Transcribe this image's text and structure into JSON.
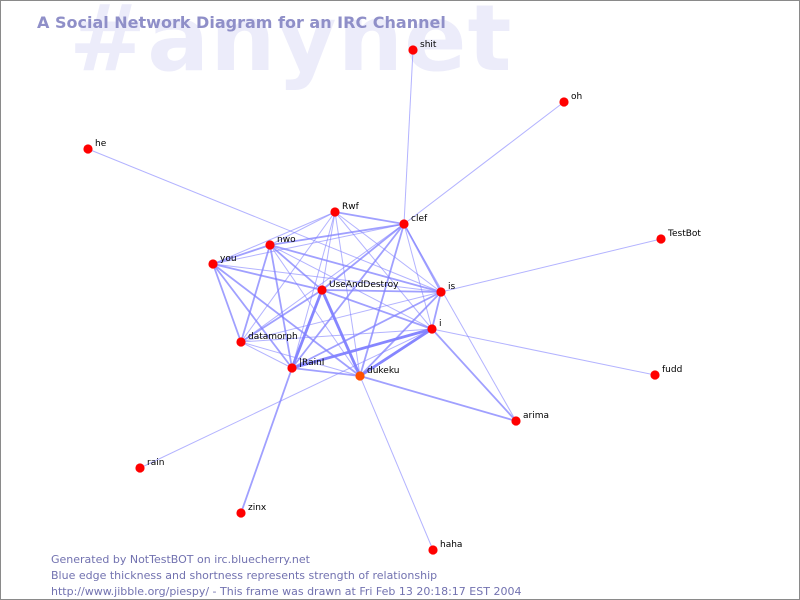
{
  "header": {
    "title": "A Social Network Diagram for an IRC Channel",
    "watermark": "#anynet"
  },
  "footer": {
    "line1": "Generated by NotTestBOT on irc.bluecherry.net",
    "line2": "Blue edge thickness and shortness represents strength of relationship",
    "line3": "http://www.jibble.org/piespy/ - This frame was drawn at Fri Feb 13 20:18:17 EST 2004"
  },
  "colors": {
    "node": "#ff0000",
    "node_highlight": "#ff5000",
    "edge": "#8080ff"
  },
  "diagram": {
    "nodes": [
      {
        "id": "shit",
        "label": "shit"
      },
      {
        "id": "oh",
        "label": "oh"
      },
      {
        "id": "he",
        "label": "he"
      },
      {
        "id": "Rwf",
        "label": "Rwf"
      },
      {
        "id": "clef",
        "label": "clef"
      },
      {
        "id": "nwo",
        "label": "nwo"
      },
      {
        "id": "TestBot",
        "label": "TestBot"
      },
      {
        "id": "you",
        "label": "you"
      },
      {
        "id": "UseAndDestroy",
        "label": "UseAndDestroy"
      },
      {
        "id": "is",
        "label": "is"
      },
      {
        "id": "i",
        "label": "i"
      },
      {
        "id": "datamorph",
        "label": "datamorph"
      },
      {
        "id": "IRainI",
        "label": "|RainI"
      },
      {
        "id": "dukeku",
        "label": "dukeku",
        "highlight": true
      },
      {
        "id": "fudd",
        "label": "fudd"
      },
      {
        "id": "arima",
        "label": "arima"
      },
      {
        "id": "rain",
        "label": "rain"
      },
      {
        "id": "zinx",
        "label": "zinx"
      },
      {
        "id": "haha",
        "label": "haha"
      }
    ],
    "edges": [
      {
        "from": "shit",
        "to": "clef",
        "w": 1
      },
      {
        "from": "oh",
        "to": "clef",
        "w": 1
      },
      {
        "from": "he",
        "to": "is",
        "w": 1
      },
      {
        "from": "TestBot",
        "to": "is",
        "w": 1
      },
      {
        "from": "fudd",
        "to": "i",
        "w": 1
      },
      {
        "from": "rain",
        "to": "i",
        "w": 1
      },
      {
        "from": "zinx",
        "to": "IRainI",
        "w": 2
      },
      {
        "from": "haha",
        "to": "dukeku",
        "w": 1
      },
      {
        "from": "arima",
        "to": "i",
        "w": 2
      },
      {
        "from": "arima",
        "to": "dukeku",
        "w": 2
      },
      {
        "from": "arima",
        "to": "clef",
        "w": 1
      },
      {
        "from": "Rwf",
        "to": "clef",
        "w": 2
      },
      {
        "from": "Rwf",
        "to": "nwo",
        "w": 1
      },
      {
        "from": "Rwf",
        "to": "you",
        "w": 1
      },
      {
        "from": "Rwf",
        "to": "UseAndDestroy",
        "w": 1
      },
      {
        "from": "Rwf",
        "to": "is",
        "w": 1
      },
      {
        "from": "Rwf",
        "to": "i",
        "w": 1
      },
      {
        "from": "Rwf",
        "to": "IRainI",
        "w": 1
      },
      {
        "from": "Rwf",
        "to": "dukeku",
        "w": 1
      },
      {
        "from": "Rwf",
        "to": "datamorph",
        "w": 1
      },
      {
        "from": "clef",
        "to": "nwo",
        "w": 2
      },
      {
        "from": "clef",
        "to": "you",
        "w": 1
      },
      {
        "from": "clef",
        "to": "UseAndDestroy",
        "w": 2
      },
      {
        "from": "clef",
        "to": "is",
        "w": 2
      },
      {
        "from": "clef",
        "to": "i",
        "w": 1
      },
      {
        "from": "clef",
        "to": "IRainI",
        "w": 2
      },
      {
        "from": "clef",
        "to": "dukeku",
        "w": 2
      },
      {
        "from": "clef",
        "to": "datamorph",
        "w": 1
      },
      {
        "from": "nwo",
        "to": "you",
        "w": 2
      },
      {
        "from": "nwo",
        "to": "UseAndDestroy",
        "w": 2
      },
      {
        "from": "nwo",
        "to": "is",
        "w": 2
      },
      {
        "from": "nwo",
        "to": "i",
        "w": 1
      },
      {
        "from": "nwo",
        "to": "IRainI",
        "w": 2
      },
      {
        "from": "nwo",
        "to": "dukeku",
        "w": 1
      },
      {
        "from": "nwo",
        "to": "datamorph",
        "w": 2
      },
      {
        "from": "you",
        "to": "UseAndDestroy",
        "w": 2
      },
      {
        "from": "you",
        "to": "is",
        "w": 1
      },
      {
        "from": "you",
        "to": "IRainI",
        "w": 2
      },
      {
        "from": "you",
        "to": "dukeku",
        "w": 2
      },
      {
        "from": "you",
        "to": "datamorph",
        "w": 2
      },
      {
        "from": "UseAndDestroy",
        "to": "is",
        "w": 2
      },
      {
        "from": "UseAndDestroy",
        "to": "i",
        "w": 2
      },
      {
        "from": "UseAndDestroy",
        "to": "IRainI",
        "w": 3
      },
      {
        "from": "UseAndDestroy",
        "to": "dukeku",
        "w": 3
      },
      {
        "from": "UseAndDestroy",
        "to": "datamorph",
        "w": 2
      },
      {
        "from": "is",
        "to": "i",
        "w": 2
      },
      {
        "from": "is",
        "to": "IRainI",
        "w": 2
      },
      {
        "from": "is",
        "to": "dukeku",
        "w": 2
      },
      {
        "from": "is",
        "to": "datamorph",
        "w": 1
      },
      {
        "from": "i",
        "to": "IRainI",
        "w": 3
      },
      {
        "from": "i",
        "to": "dukeku",
        "w": 3
      },
      {
        "from": "i",
        "to": "datamorph",
        "w": 1
      },
      {
        "from": "IRainI",
        "to": "dukeku",
        "w": 2
      },
      {
        "from": "IRainI",
        "to": "datamorph",
        "w": 1
      },
      {
        "from": "dukeku",
        "to": "datamorph",
        "w": 1
      }
    ]
  }
}
